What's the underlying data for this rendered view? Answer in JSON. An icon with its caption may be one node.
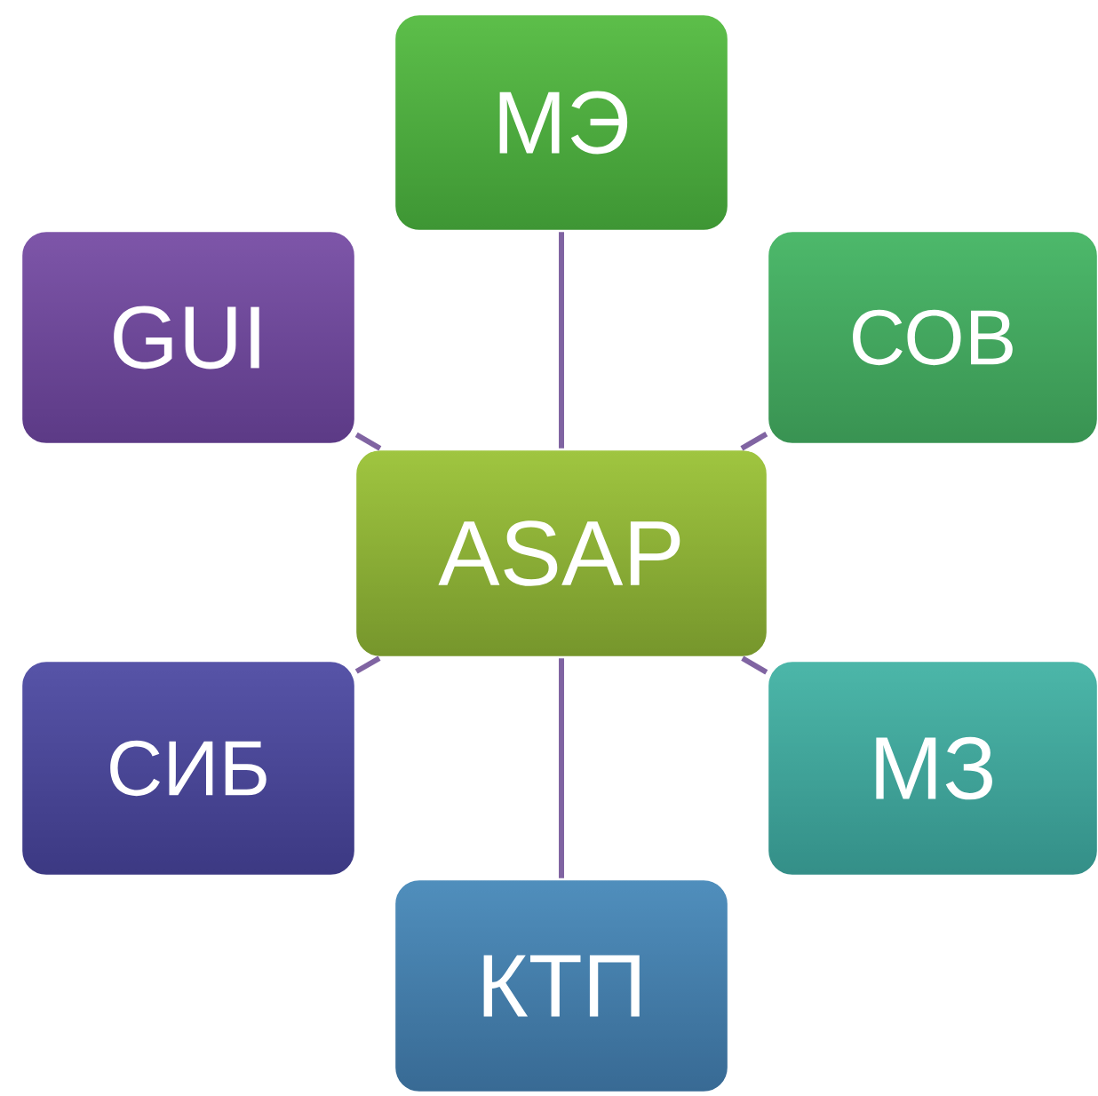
{
  "diagram": {
    "nodes": [
      {
        "text": [
          "МЭ"
        ]
      },
      {
        "text": [
          "GUI"
        ]
      },
      {
        "text": [
          "СОВ"
        ]
      },
      {
        "text": [
          "ASAP"
        ]
      },
      {
        "text": [
          "СИБ"
        ]
      },
      {
        "text": [
          "МЗ"
        ]
      },
      {
        "text": [
          "КТП"
        ]
      }
    ],
    "edges": [
      {
        "from": 3,
        "to": 0,
        "arrow": "none"
      },
      {
        "from": 3,
        "to": 1,
        "arrow": "none"
      },
      {
        "from": 3,
        "to": 2,
        "arrow": "none"
      },
      {
        "from": 3,
        "to": 4,
        "arrow": "none"
      },
      {
        "from": 3,
        "to": 5,
        "arrow": "none"
      },
      {
        "from": 3,
        "to": 6,
        "arrow": "none"
      }
    ]
  }
}
